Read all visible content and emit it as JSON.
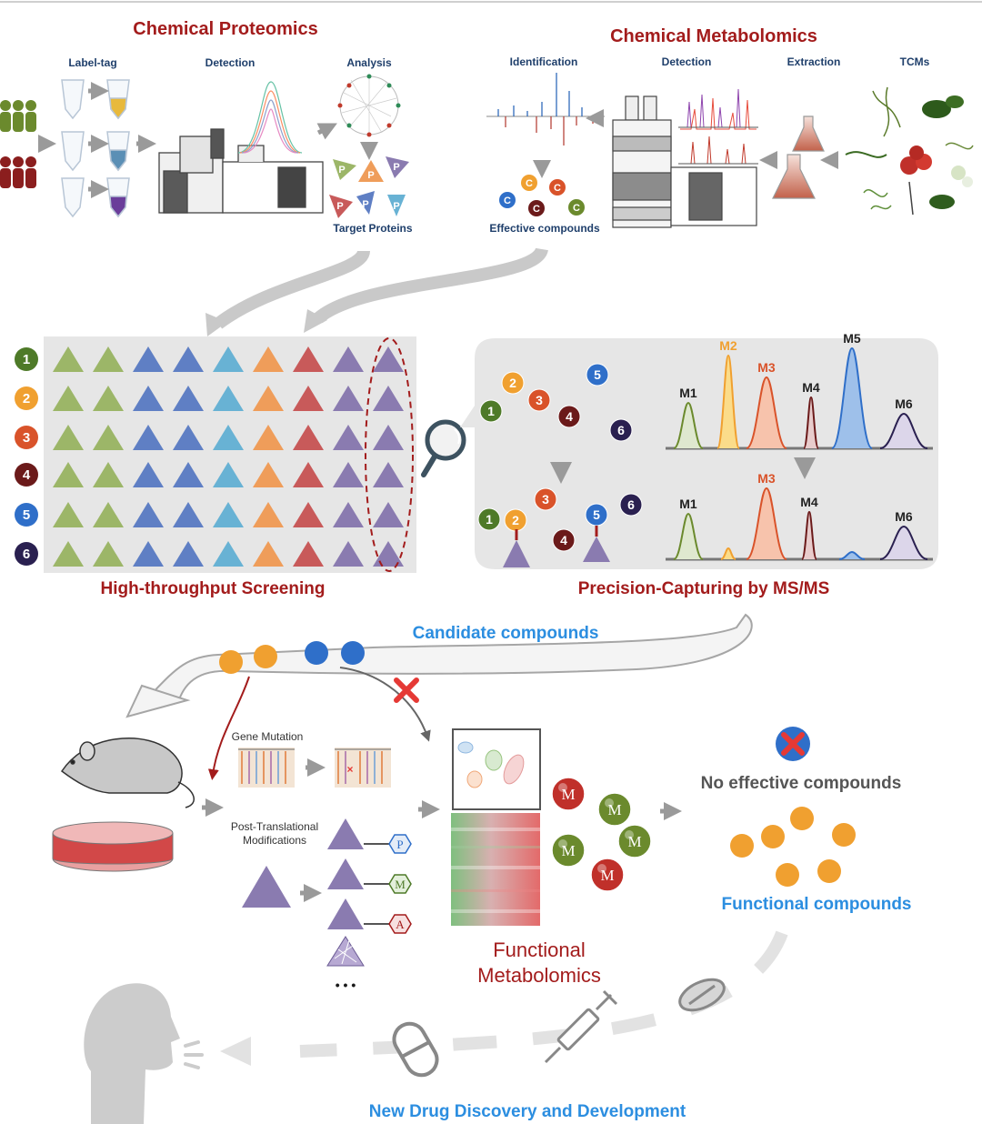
{
  "colors": {
    "dark_red": "#a31c1c",
    "blue": "#2c8ee0",
    "green": "#6b8a2d",
    "orange": "#f0a030",
    "red_orange": "#d9532a",
    "dark_maroon": "#6b1a1a",
    "mid_blue": "#2f6fc9",
    "navy": "#2a2050",
    "purple": "#8a7bb0",
    "grey_panel": "#e6e6e6"
  },
  "proteomics": {
    "title": "Chemical Proteomics",
    "labels": {
      "label_tag": "Label-tag",
      "detection": "Detection",
      "analysis": "Analysis",
      "target_proteins": "Target Proteins"
    },
    "protein_letter": "P"
  },
  "metabolomics": {
    "title": "Chemical Metabolomics",
    "labels": {
      "identification": "Identification",
      "detection": "Detection",
      "extraction": "Extraction",
      "tcms": "TCMs",
      "effective_compounds": "Effective compounds"
    },
    "compound_letter": "C"
  },
  "screening": {
    "title": "High-throughput Screening",
    "row_numbers": [
      "1",
      "2",
      "3",
      "4",
      "5",
      "6"
    ],
    "column_colors": [
      "#9cb668",
      "#9cb668",
      "#5f7fc4",
      "#5f7fc4",
      "#68b2d4",
      "#ef9d5a",
      "#c85a5a",
      "#8a7bb0",
      "#8a7bb0"
    ]
  },
  "precision": {
    "title": "Precision-Capturing by MS/MS",
    "compound_numbers": [
      "1",
      "2",
      "3",
      "4",
      "5",
      "6"
    ],
    "top_peaks": [
      "M1",
      "M2",
      "M3",
      "M4",
      "M5",
      "M6"
    ],
    "bottom_peaks": [
      "M1",
      "M3",
      "M4",
      "M6"
    ]
  },
  "candidate": {
    "title": "Candidate compounds"
  },
  "validation": {
    "gene_mutation": "Gene Mutation",
    "ptm_line1": "Post-Translational",
    "ptm_line2": "Modifications",
    "ptm_marks": [
      "P",
      "M",
      "A"
    ],
    "ellipsis": "• • •"
  },
  "functional_metabolomics": {
    "line1": "Functional",
    "line2": "Metabolomics",
    "metabolite_letter": "M"
  },
  "outcomes": {
    "no_effective": "No effective compounds",
    "functional": "Functional compounds"
  },
  "footer": {
    "title": "New Drug Discovery and Development"
  }
}
